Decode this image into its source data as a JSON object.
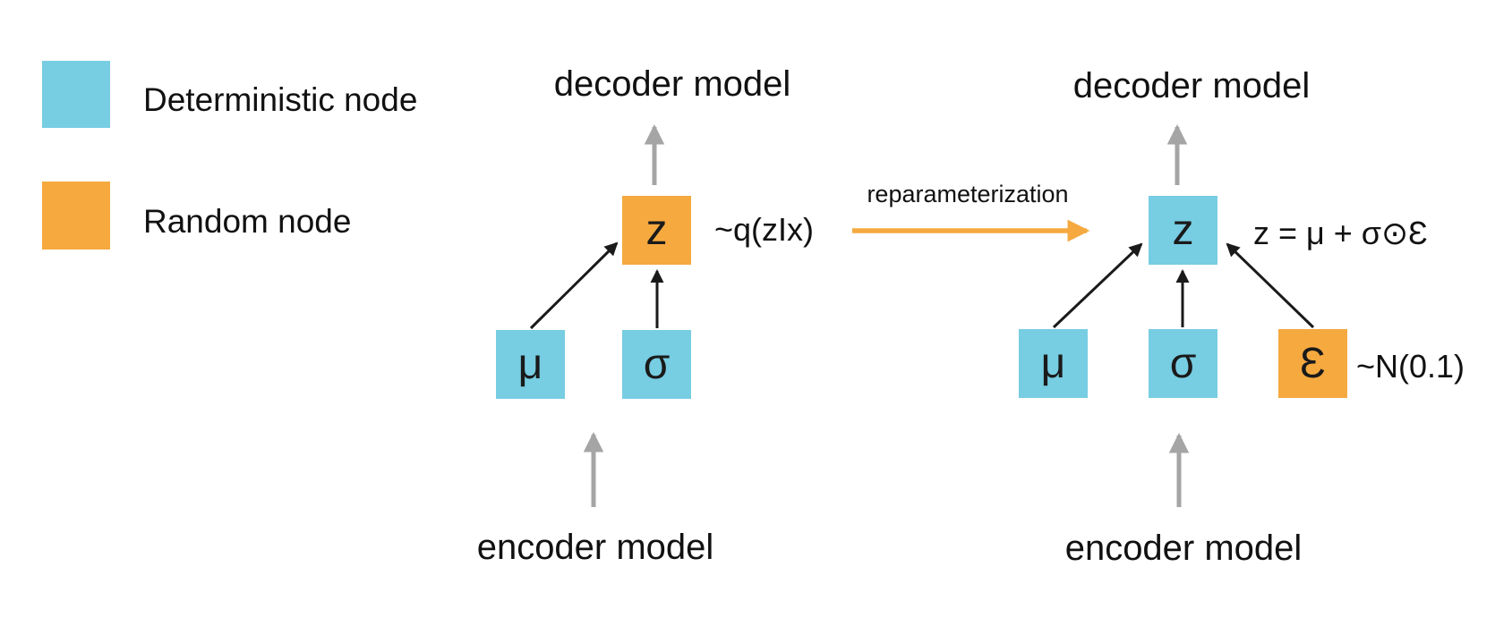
{
  "legend": {
    "items": [
      {
        "id": "deterministic",
        "label": "Deterministic node",
        "color": "#77CDE2"
      },
      {
        "id": "random",
        "label": "Random node",
        "color": "#F5A93F"
      }
    ]
  },
  "colors": {
    "deterministic_node": "#77CDE2",
    "random_node": "#F5A93F",
    "gray_arrow": "#A5A5A5",
    "orange_arrow": "#F5A93F",
    "text": "#111111",
    "background": "#FFFFFF"
  },
  "transition": {
    "label": "reparameterization"
  },
  "left_diagram": {
    "decoder_label": "decoder model",
    "encoder_label": "encoder model",
    "z_annotation": "~q(zIx)",
    "nodes": {
      "z": "z",
      "mu": "μ",
      "sigma": "σ"
    }
  },
  "right_diagram": {
    "decoder_label": "decoder model",
    "encoder_label": "encoder model",
    "z_annotation": "z = μ + σ⊙Ɛ",
    "epsilon_annotation": "~N(0.1)",
    "nodes": {
      "z": "z",
      "mu": "μ",
      "sigma": "σ",
      "epsilon": "Ɛ"
    }
  }
}
